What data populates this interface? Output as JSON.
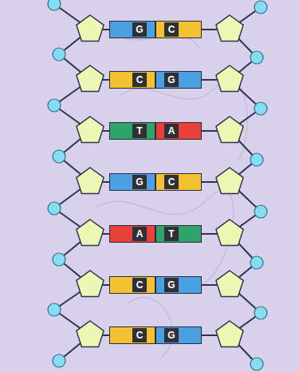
{
  "diagram": {
    "nodes": [
      {
        "text": [
          "G"
        ]
      },
      {
        "text": [
          "C"
        ]
      },
      {
        "text": [
          "C"
        ]
      },
      {
        "text": [
          "G"
        ]
      },
      {
        "text": [
          "T"
        ]
      },
      {
        "text": [
          "A"
        ]
      },
      {
        "text": [
          "G"
        ]
      },
      {
        "text": [
          "C"
        ]
      },
      {
        "text": [
          "A"
        ]
      },
      {
        "text": [
          "T"
        ]
      },
      {
        "text": [
          "C"
        ]
      },
      {
        "text": [
          "G"
        ]
      },
      {
        "text": [
          "C"
        ]
      },
      {
        "text": [
          "G"
        ]
      }
    ]
  }
}
